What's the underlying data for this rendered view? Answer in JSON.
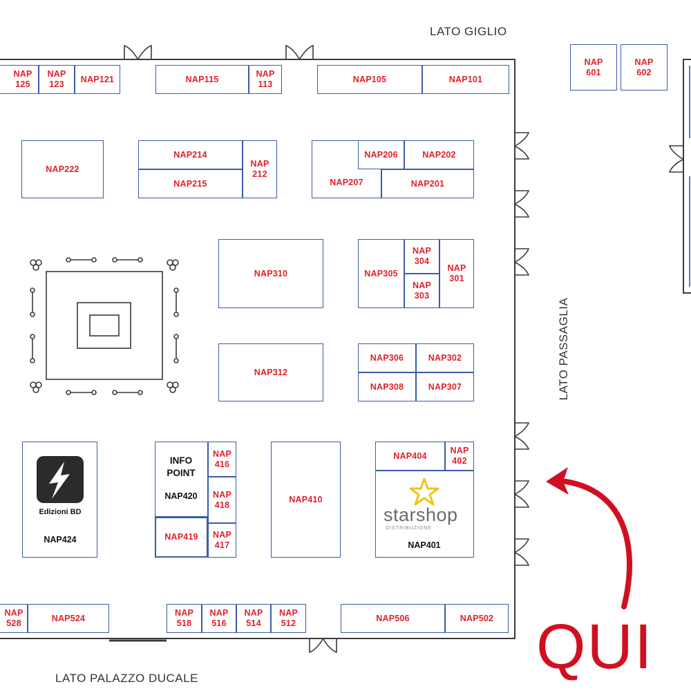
{
  "labels": {
    "top": "LATO GIGLIO",
    "right": "LATO PASSAGLIA",
    "bottom": "LATO PALAZZO DUCALE",
    "qui": "QUI"
  },
  "booths": {
    "b125": "NAP\n125",
    "b123": "NAP\n123",
    "b121": "NAP121",
    "b115": "NAP115",
    "b113": "NAP\n113",
    "b105": "NAP105",
    "b101": "NAP101",
    "b601": "NAP\n601",
    "b602": "NAP\n602",
    "b222": "NAP222",
    "b214": "NAP214",
    "b215": "NAP215",
    "b212": "NAP\n212",
    "b206": "NAP206",
    "b202": "NAP202",
    "b207": "NAP207",
    "b201": "NAP201",
    "b310": "NAP310",
    "b305": "NAP305",
    "b304": "NAP\n304",
    "b303": "NAP\n303",
    "b301": "NAP\n301",
    "b312": "NAP312",
    "b306": "NAP306",
    "b302": "NAP302",
    "b308": "NAP308",
    "b307": "NAP307",
    "b416": "NAP\n416",
    "b418": "NAP\n418",
    "b417": "NAP\n417",
    "b419": "NAP419",
    "b410": "NAP410",
    "b404": "NAP404",
    "b402": "NAP\n402",
    "b528": "NAP\n528",
    "b524": "NAP524",
    "b518": "NAP\n518",
    "b516": "NAP\n516",
    "b514": "NAP\n514",
    "b512": "NAP\n512",
    "b506": "NAP506",
    "b502": "NAP502"
  },
  "exhibitors": {
    "edizioni_name": "Edizioni BD",
    "edizioni_booth": "NAP424",
    "info_point": "INFO\nPOINT",
    "info_booth": "NAP420",
    "starshop_name": "starshop",
    "starshop_sub": "DISTRIBUZIONE",
    "starshop_booth": "NAP401"
  },
  "colors": {
    "booth_border": "#3b5aa8",
    "booth_text": "#e0202a",
    "arrow": "#d01020"
  }
}
